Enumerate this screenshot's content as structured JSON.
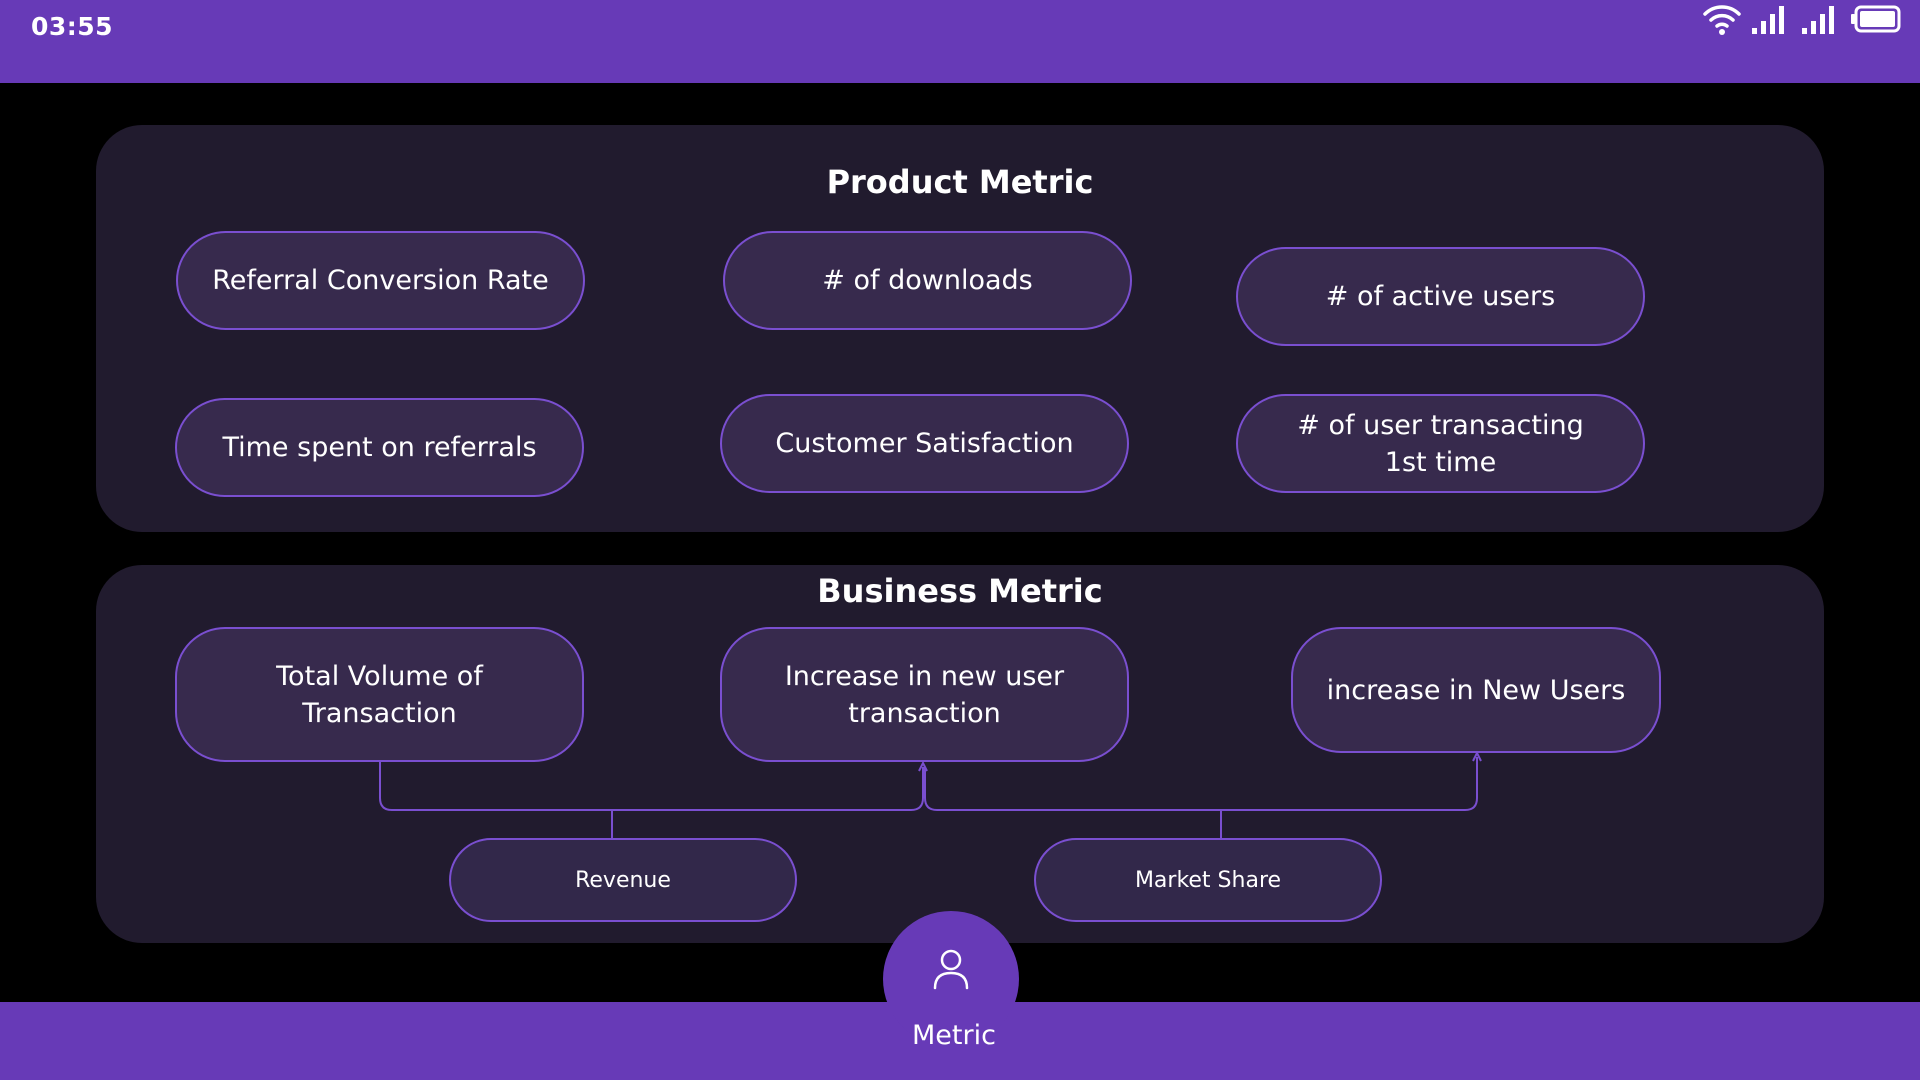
{
  "status_bar": {
    "time": "03:55",
    "icons": [
      "wifi-icon",
      "signal-icon",
      "signal-icon",
      "battery-icon"
    ]
  },
  "product_metric": {
    "title": "Product Metric",
    "items": [
      "Referral Conversion Rate",
      "# of downloads",
      "# of active users",
      "Time spent on referrals",
      "Customer Satisfaction",
      "# of user transacting 1st time"
    ]
  },
  "business_metric": {
    "title": "Business Metric",
    "items": [
      "Total Volume of Transaction",
      "Increase in new user transaction",
      "increase in New Users"
    ],
    "sources": [
      "Revenue",
      "Market Share"
    ]
  },
  "bottom_nav": {
    "label": "Metric",
    "icon": "user-icon"
  },
  "colors": {
    "accent": "#673ab7",
    "panel": "#211b2e",
    "pill": "#372a4d",
    "pill_border": "#7a4fd0",
    "background": "#000000"
  }
}
